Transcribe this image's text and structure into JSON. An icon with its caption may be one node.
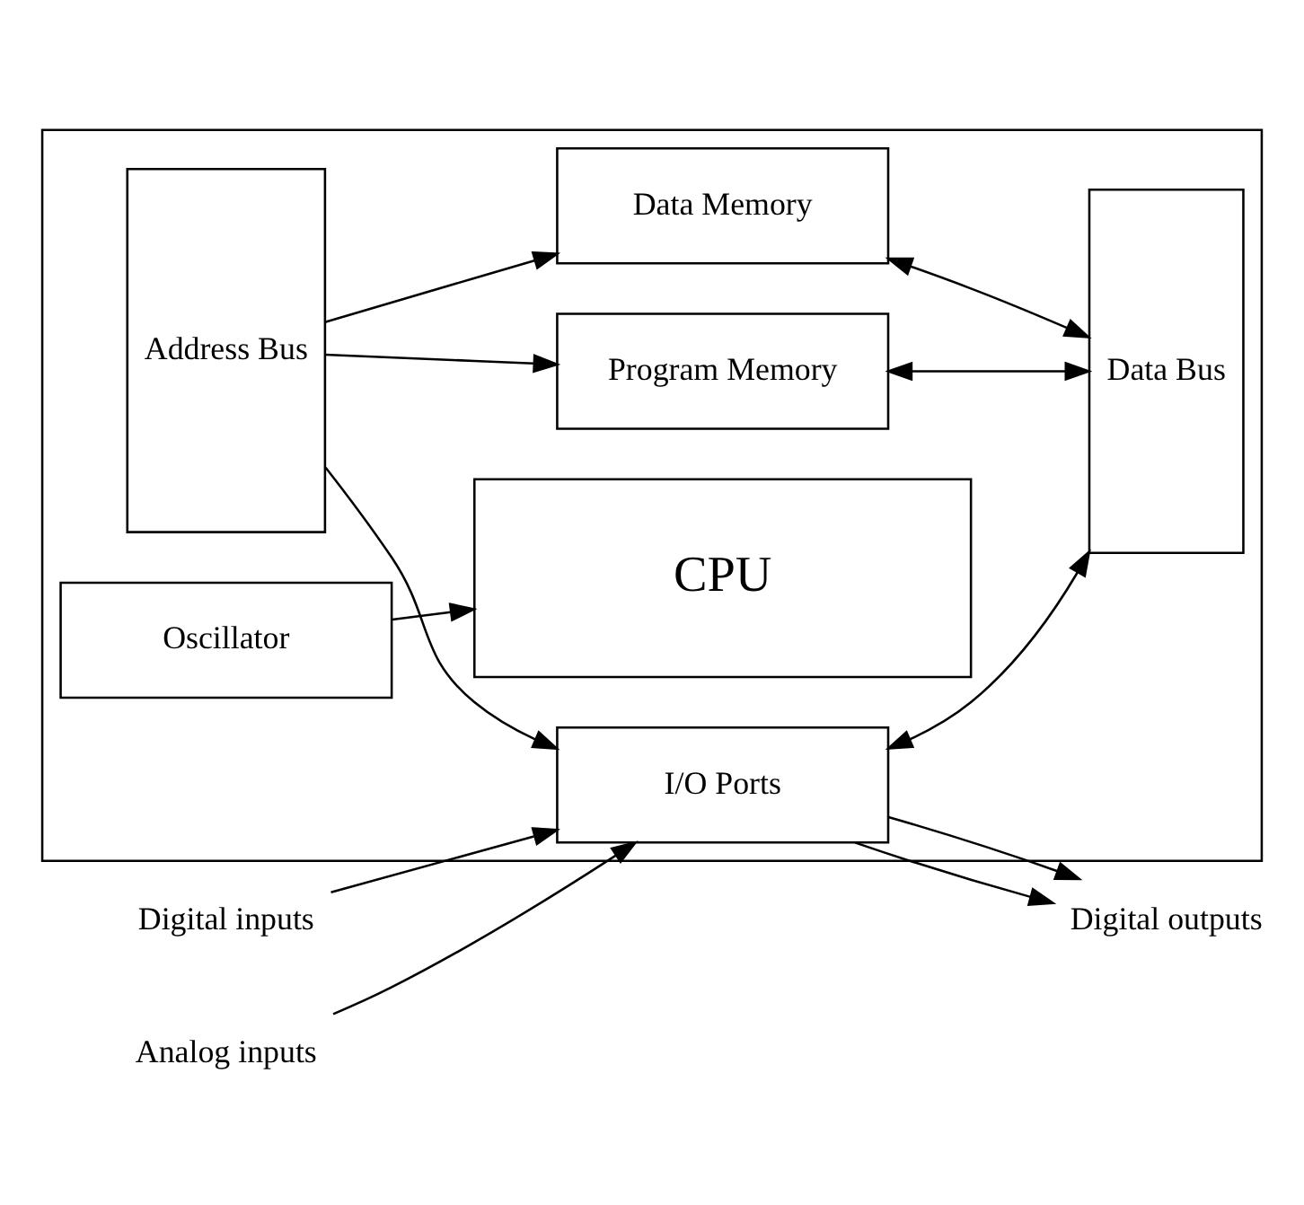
{
  "diagram": {
    "nodes": [
      {
        "text": [],
        "shape": "box"
      },
      {
        "text": [
          "Address Bus"
        ],
        "in": 0
      },
      {
        "text": [
          "Program Memory"
        ],
        "in": 0
      },
      {
        "text": [
          "Data Memory"
        ],
        "in": 0
      },
      {
        "text": [
          "I/O Ports"
        ],
        "in": 0
      },
      {
        "text": [
          "Data Bus"
        ],
        "in": 0
      },
      {
        "text": [
          "CPU"
        ],
        "in": 0
      },
      {
        "text": [
          "Oscillator"
        ],
        "in": 0
      },
      {
        "text": [
          "Digital inputs"
        ]
      },
      {
        "text": [
          "Analog inputs"
        ]
      },
      {
        "text": [
          "Digital outputs"
        ]
      }
    ],
    "edges": [
      {
        "from": 1,
        "to": 2,
        "arrow": "to"
      },
      {
        "from": 1,
        "to": 3,
        "arrow": "to"
      },
      {
        "from": 1,
        "to": 4,
        "arrow": "to"
      },
      {
        "from": 2,
        "to": 5,
        "arrow": "both"
      },
      {
        "from": 3,
        "to": 5,
        "arrow": "both"
      },
      {
        "from": 4,
        "to": 5,
        "arrow": "both"
      },
      {
        "from": 8,
        "to": 4,
        "arrow": "to"
      },
      {
        "from": 9,
        "to": 4,
        "arrow": "to"
      },
      {
        "from": 4,
        "to": 10,
        "arrow": "to"
      },
      {
        "from": 4,
        "to": 10,
        "arrow": "to"
      },
      {
        "from": 7,
        "to": 6,
        "arrow": "to"
      }
    ]
  }
}
